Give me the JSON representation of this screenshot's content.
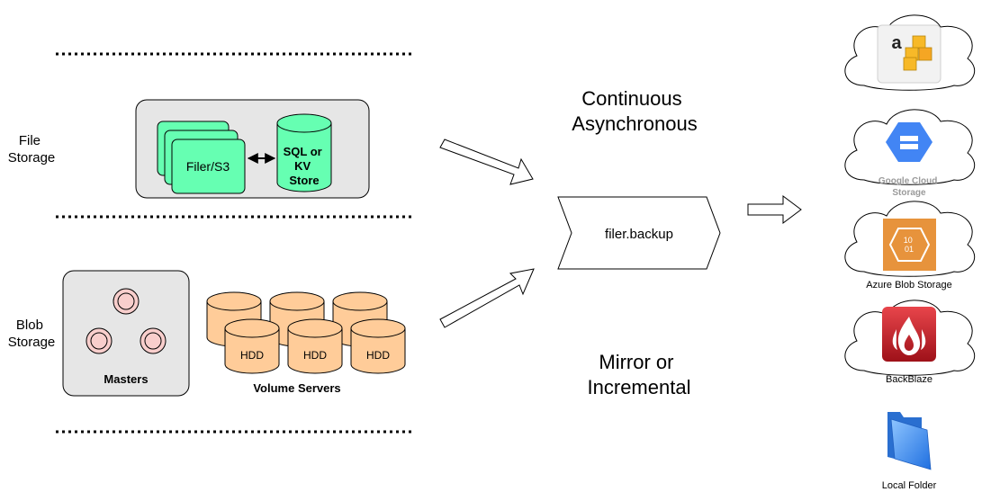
{
  "left": {
    "file_storage_label": [
      "File",
      "Storage"
    ],
    "blob_storage_label": [
      "Blob",
      "Storage"
    ],
    "filer_label": "Filer/S3",
    "store_label": [
      "SQL or",
      "KV",
      "Store"
    ],
    "masters_label": "Masters",
    "hdd_label": "HDD",
    "volume_servers_label": "Volume Servers"
  },
  "middle": {
    "continuous_label": [
      "Continuous",
      "Asynchronous"
    ],
    "backup_label": "filer.backup",
    "mirror_label": [
      "Mirror or",
      "Incremental"
    ]
  },
  "destinations": {
    "amazon_letter": "a",
    "google_label": [
      "Google Cloud",
      "Storage"
    ],
    "azure_icon_text": [
      "10",
      "01"
    ],
    "azure_label": "Azure Blob Storage",
    "backblaze_label": "BackBlaze",
    "local_folder_label": "Local Folder"
  },
  "colors": {
    "filer_green": "#66FFB2",
    "panel_gray": "#E6E6E6",
    "hdd_orange": "#FFCC99",
    "master_pink": "#F8CECC",
    "amazon_orange": "#F7B928",
    "google_blue": "#4285F4",
    "azure_orange": "#E7933C",
    "backblaze_red": "#C8202A",
    "folder_blue": "#3C8CF0"
  }
}
